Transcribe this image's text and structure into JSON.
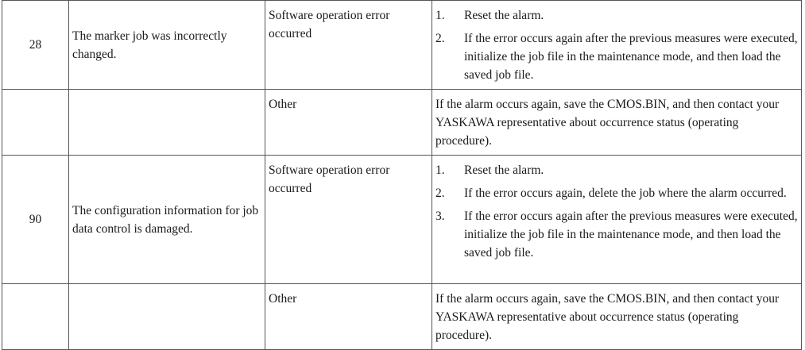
{
  "rows": [
    {
      "code": "28",
      "message": "The marker job was incorrectly changed.",
      "causes": [
        {
          "cause": "Software operation error occurred",
          "steps": [
            {
              "num": "1.",
              "text": "Reset the alarm."
            },
            {
              "num": "2.",
              "text": "If the error occurs again after the previous measures were executed, initialize the job file in the maintenance mode, and then load the saved job file."
            }
          ]
        },
        {
          "cause": "Other",
          "remedy": "If the alarm occurs again, save the CMOS.BIN, and then contact your YASKAWA representative about occurrence status (operating procedure)."
        }
      ]
    },
    {
      "code": "90",
      "message": "The configuration information for job data control is damaged.",
      "causes": [
        {
          "cause": "Software operation error occurred",
          "steps": [
            {
              "num": "1.",
              "text": "Reset the alarm."
            },
            {
              "num": "2.",
              "text": "If the error occurs again, delete the job where the alarm occurred."
            },
            {
              "num": "3.",
              "text": "If the error occurs again after the previous measures were executed, initialize the job file in the maintenance mode, and then load the saved job file."
            }
          ]
        },
        {
          "cause": "Other",
          "remedy": "If the alarm occurs again, save the CMOS.BIN, and then contact your YASKAWA representative about occurrence status (operating procedure)."
        }
      ]
    }
  ]
}
